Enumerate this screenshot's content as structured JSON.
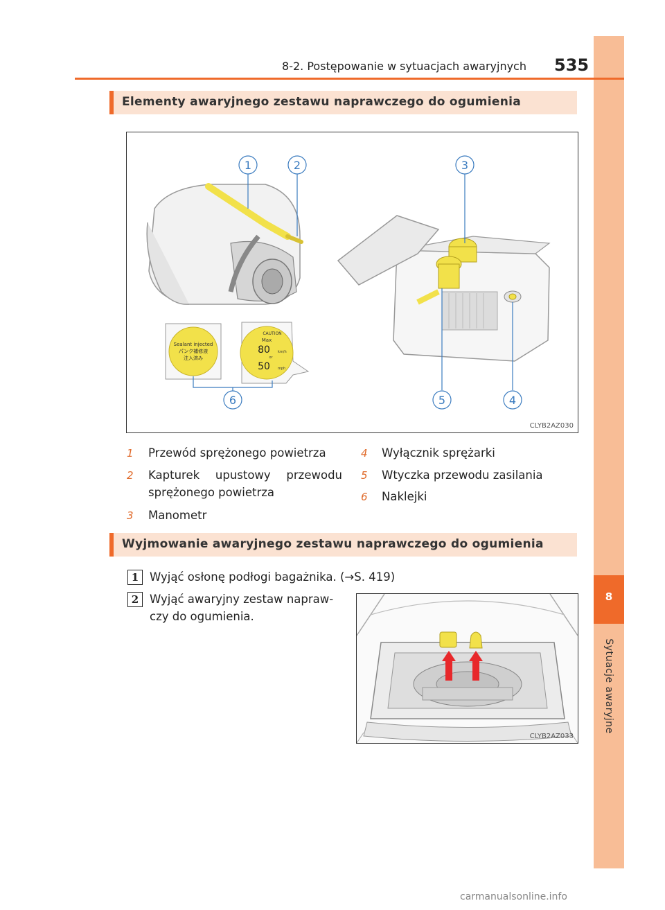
{
  "header": {
    "section": "8-2. Postępowanie w sytuacjach awaryjnych",
    "page_number": "535"
  },
  "sidebar": {
    "chapter_number": "8",
    "chapter_label": "Sytuacje awaryjne"
  },
  "section1": {
    "title": "Elementy awaryjnego zestawu naprawczego do ogumienia",
    "figure_code": "CLYB2AZ030",
    "callouts": [
      "1",
      "2",
      "3",
      "4",
      "5",
      "6"
    ],
    "sticker1": {
      "line1": "Sealant injected",
      "line2": "パンク補修液",
      "line3": "注入済み"
    },
    "sticker2": {
      "top": "CAUTION",
      "max": "Max",
      "val1": "80",
      "unit1": "km/h",
      "or": "or",
      "val2": "50",
      "unit2": "mph"
    },
    "legend": [
      {
        "num": "1",
        "text": "Przewód sprężonego powietrza"
      },
      {
        "num": "2",
        "text": "Kapturek upustowy przewodu",
        "text2": "sprężonego powietrza"
      },
      {
        "num": "3",
        "text": "Manometr"
      },
      {
        "num": "4",
        "text": "Wyłącznik sprężarki"
      },
      {
        "num": "5",
        "text": "Wtyczka przewodu zasilania"
      },
      {
        "num": "6",
        "text": "Naklejki"
      }
    ]
  },
  "section2": {
    "title": "Wyjmowanie awaryjnego zestawu naprawczego do ogumienia",
    "steps": [
      {
        "num": "1",
        "text": "Wyjąć osłonę podłogi bagażnika. (→S. 419)"
      },
      {
        "num": "2",
        "text": "Wyjąć awaryjny zestaw napraw-",
        "text2": "czy do ogumienia."
      }
    ],
    "figure_code": "CLYB2AZ033"
  },
  "footer": {
    "watermark": "carmanualsonline.info"
  },
  "colors": {
    "accent": "#ef6a2a",
    "sidebar": "#f8bd96",
    "section_bg": "#fbe2d2",
    "highlight_yellow": "#f2e14a"
  }
}
